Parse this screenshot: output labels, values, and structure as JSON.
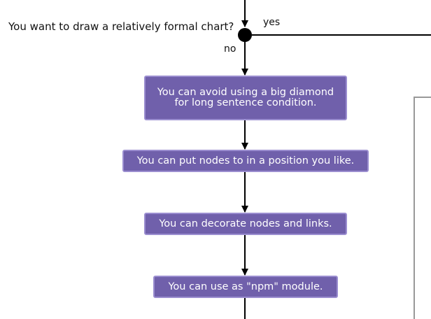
{
  "decision": {
    "question": "You want to draw a relatively formal chart?",
    "yes_label": "yes",
    "no_label": "no"
  },
  "nodes": [
    {
      "id": "n1",
      "line1": "You can avoid using a big diamond",
      "line2": "for long sentence condition."
    },
    {
      "id": "n2",
      "line1": "You can put nodes to in a position you like.",
      "line2": ""
    },
    {
      "id": "n3",
      "line1": "You can decorate nodes and links.",
      "line2": ""
    },
    {
      "id": "n4",
      "line1": "You can use as \"npm\" module.",
      "line2": ""
    }
  ],
  "colors": {
    "node_fill": "#7060ab",
    "node_border": "#9b8ed0",
    "line": "#000000",
    "side_box": "#999999"
  }
}
